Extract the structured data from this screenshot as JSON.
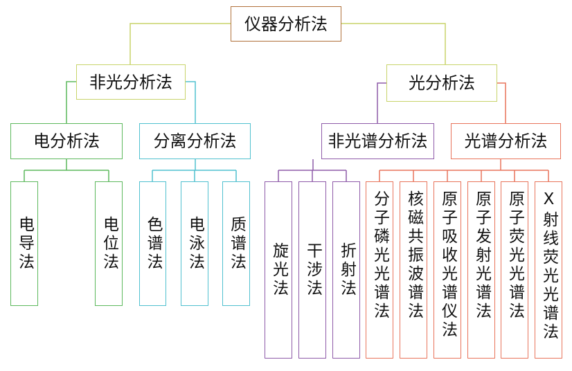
{
  "colors": {
    "root": "#b0703a",
    "yellow": "#c8d46a",
    "green": "#5cb85c",
    "cyan": "#4fc0cf",
    "purple": "#8e5aa8",
    "red": "#e8735a"
  },
  "root": {
    "label": "仪器分析法"
  },
  "level1": {
    "non_optical": "非光分析法",
    "optical": "光分析法"
  },
  "level2": {
    "electrical": "电分析法",
    "separation": "分离分析法",
    "non_spectral": "非光谱分析法",
    "spectral": "光谱分析法"
  },
  "leaves": {
    "electrical": [
      "电导法",
      "电位法"
    ],
    "separation": [
      "色谱法",
      "电泳法",
      "质谱法"
    ],
    "non_spectral": [
      "旋光法",
      "干涉法",
      "折射法"
    ],
    "spectral": [
      "分子磷光光谱法",
      "核磁共振波谱法",
      "原子吸收光谱仪法",
      "原子发射光谱法",
      "原子荧光光谱法",
      "X射线荧光光谱法"
    ]
  }
}
